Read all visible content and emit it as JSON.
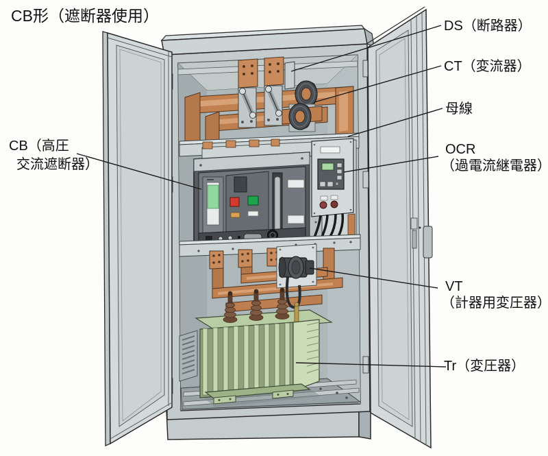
{
  "title": "CB形（遮断器使用）",
  "labels": {
    "ds": "DS（断路器）",
    "ct": "CT（変流器）",
    "busbar": "母線",
    "ocr_abbr": "OCR",
    "ocr_full": "（過電流継電器）",
    "vt_abbr": "VT",
    "vt_full": "（計器用変圧器）",
    "tr": "Tr（変圧器）",
    "cb_line1": "CB（高圧",
    "cb_line2": "交流遮断器）"
  },
  "colors": {
    "background": "#fdfdfb",
    "cabinet": "#ccd4d5",
    "cabinet_light": "#dde3e4",
    "cabinet_dark": "#aab4b6",
    "interior": "#9aa4a6",
    "copper": "#c08050",
    "copper_light": "#dca87e",
    "copper_dark": "#503522",
    "breaker_body": "#565b60",
    "breaker_face": "#72787d",
    "button_red": "#d53a2c",
    "button_green": "#1fa34d",
    "lcd_green": "#a8d8a0",
    "transformer_green": "#b9cda5",
    "transformer_fin": "#c6d8b2",
    "line": "#1a1a1a",
    "text": "#111111"
  }
}
